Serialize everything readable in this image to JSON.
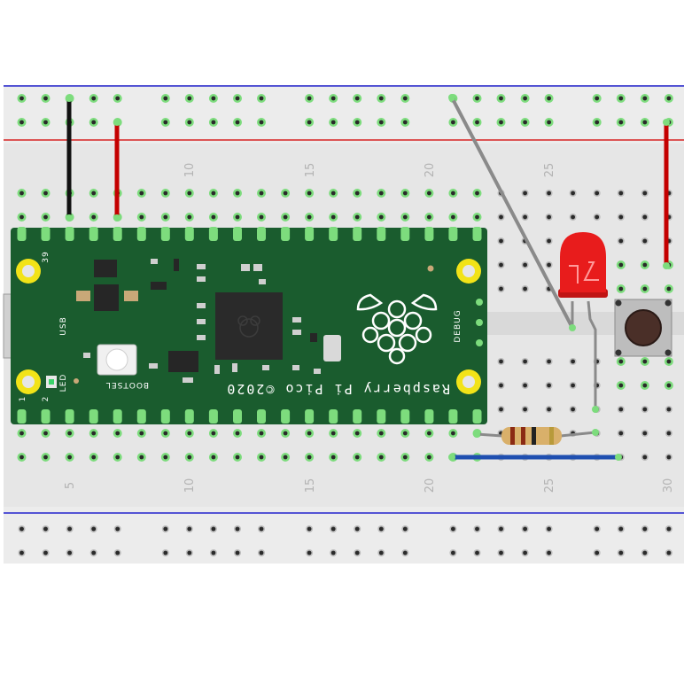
{
  "breadboard": {
    "column_numbers_top": [
      "10",
      "15",
      "20",
      "25"
    ],
    "column_numbers_bottom": [
      "5",
      "10",
      "15",
      "20",
      "25",
      "30"
    ]
  },
  "pico": {
    "brand": "Raspberry Pi Pico ©2020",
    "usb_label": "USB",
    "led_label": "LED",
    "bootsel_label": "BOOTSEL",
    "debug_label": "DEBUG",
    "pin_1": "1",
    "pin_2": "2",
    "pin_39": "39"
  },
  "colors": {
    "board_bg": "#e6e6e6",
    "pcb_green": "#1a5c2e",
    "wire_black": "#111111",
    "wire_red": "#c40000",
    "wire_gray": "#8a8a8a",
    "wire_blue": "#1f4fb0",
    "led_red": "#e81c1c",
    "rail_red": "#d62222",
    "rail_blue": "#2222cc",
    "hole_connected": "#7ddc7d"
  }
}
